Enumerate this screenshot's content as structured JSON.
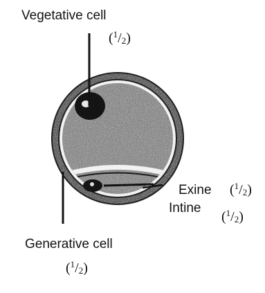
{
  "labels": {
    "vegetative_cell": "Vegetative cell",
    "exine": "Exine",
    "intine": "Intine",
    "generative_cell": "Generative cell"
  },
  "marks": {
    "vegetative": {
      "numerator": "1",
      "slash": "/",
      "denominator": "2"
    },
    "exine": {
      "numerator": "1",
      "slash": "/",
      "denominator": "2"
    },
    "intine": {
      "numerator": "1",
      "slash": "/",
      "denominator": "2"
    },
    "generative": {
      "numerator": "1",
      "slash": "/",
      "denominator": "2"
    }
  },
  "colors": {
    "grain_fill": "#6e6e6e",
    "wall": "#f2f2f2",
    "outline": "#1a1a1a",
    "nucleus": "#141414"
  }
}
